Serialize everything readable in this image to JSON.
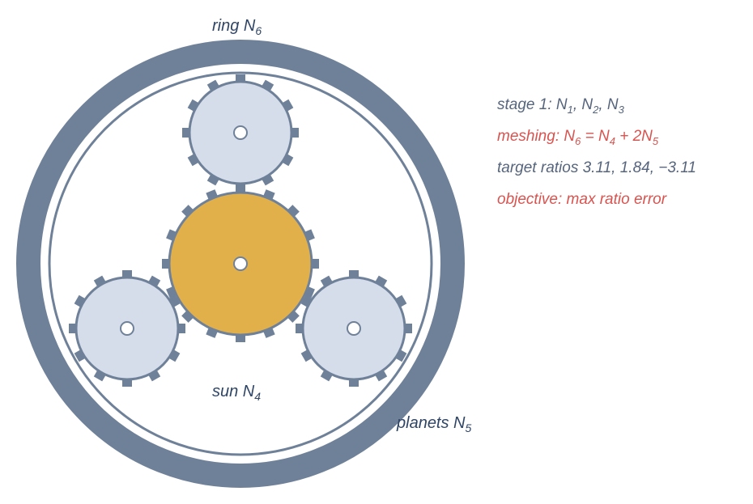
{
  "labels": {
    "ring": {
      "base": "ring N",
      "sub": "6"
    },
    "sun": {
      "base": "sun N",
      "sub": "4"
    },
    "planets": {
      "base": "planets N",
      "sub": "5"
    }
  },
  "notes": [
    {
      "color": "#56657d",
      "parts": [
        {
          "t": "stage 1: N"
        },
        {
          "t": "1",
          "sub": true
        },
        {
          "t": ", N"
        },
        {
          "t": "2",
          "sub": true
        },
        {
          "t": ", N"
        },
        {
          "t": "3",
          "sub": true
        }
      ]
    },
    {
      "color": "#d9534f",
      "parts": [
        {
          "t": "meshing: N"
        },
        {
          "t": "6",
          "sub": true
        },
        {
          "t": " = N"
        },
        {
          "t": "4",
          "sub": true
        },
        {
          "t": " + 2N"
        },
        {
          "t": "5",
          "sub": true
        }
      ]
    },
    {
      "color": "#56657d",
      "parts": [
        {
          "t": "target ratios 3.11, 1.84, −3.11"
        }
      ]
    },
    {
      "color": "#d9534f",
      "parts": [
        {
          "t": "objective: max ratio error"
        }
      ]
    }
  ],
  "colors": {
    "ring": "#6f8199",
    "ring_inner_line": "#6f8199",
    "planet_fill": "#d5dcea",
    "planet_stroke": "#6f8199",
    "sun_fill": "#e2b04a",
    "sun_stroke": "#6f8199",
    "tooth": "#6f8199",
    "label": "#2f4566"
  }
}
